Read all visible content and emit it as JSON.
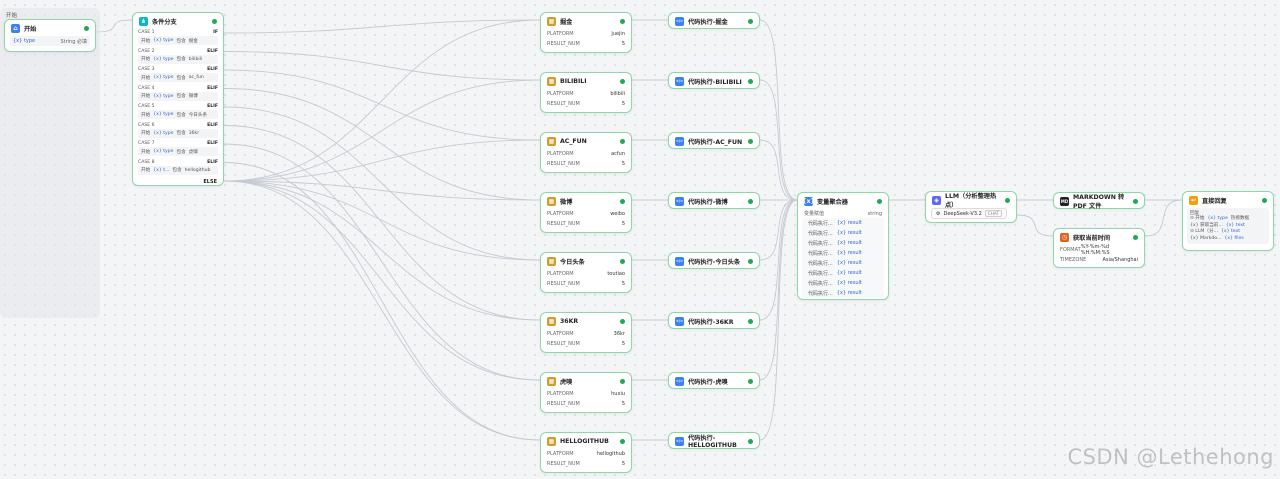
{
  "start_group_label": "开始",
  "start": {
    "title": "开始",
    "var_label": "{x} type",
    "var_tag": "String",
    "var_extra": "必填"
  },
  "branch": {
    "title": "条件分支",
    "cases": [
      {
        "label": "CASE 1",
        "kw": "IF",
        "src": "开始",
        "type": "{x} type",
        "op": "包含",
        "val": "掘金"
      },
      {
        "label": "CASE 2",
        "kw": "ELIF",
        "src": "开始",
        "type": "{x} type",
        "op": "包含",
        "val": "bilibili"
      },
      {
        "label": "CASE 3",
        "kw": "ELIF",
        "src": "开始",
        "type": "{x} type",
        "op": "包含",
        "val": "ac_fun"
      },
      {
        "label": "CASE 4",
        "kw": "ELIF",
        "src": "开始",
        "type": "{x} type",
        "op": "包含",
        "val": "微博"
      },
      {
        "label": "CASE 5",
        "kw": "ELIF",
        "src": "开始",
        "type": "{x} type",
        "op": "包含",
        "val": "今日头条"
      },
      {
        "label": "CASE 6",
        "kw": "ELIF",
        "src": "开始",
        "type": "{x} type",
        "op": "包含",
        "val": "36kr"
      },
      {
        "label": "CASE 7",
        "kw": "ELIF",
        "src": "开始",
        "type": "{x} type",
        "op": "包含",
        "val": "虎嗅"
      },
      {
        "label": "CASE 8",
        "kw": "ELIF",
        "src": "开始",
        "type": "{x} t...",
        "op": "包含",
        "val": "hellogithub"
      }
    ],
    "else_label": "ELSE"
  },
  "tools": [
    {
      "title": "掘金",
      "platform_label": "PLATFORM",
      "platform": "juejin",
      "num_label": "RESULT_NUM",
      "num": "5",
      "code": "代码执行-掘金"
    },
    {
      "title": "BILIBILI",
      "platform_label": "PLATFORM",
      "platform": "bilibili",
      "num_label": "RESULT_NUM",
      "num": "5",
      "code": "代码执行-BILIBILI"
    },
    {
      "title": "AC_FUN",
      "platform_label": "PLATFORM",
      "platform": "acfun",
      "num_label": "RESULT_NUM",
      "num": "5",
      "code": "代码执行-AC_FUN"
    },
    {
      "title": "微博",
      "platform_label": "PLATFORM",
      "platform": "weibo",
      "num_label": "RESULT_NUM",
      "num": "5",
      "code": "代码执行-微博"
    },
    {
      "title": "今日头条",
      "platform_label": "PLATFORM",
      "platform": "toutiao",
      "num_label": "RESULT_NUM",
      "num": "5",
      "code": "代码执行-今日头条"
    },
    {
      "title": "36KR",
      "platform_label": "PLATFORM",
      "platform": "36kr",
      "num_label": "RESULT_NUM",
      "num": "5",
      "code": "代码执行-36KR"
    },
    {
      "title": "虎嗅",
      "platform_label": "PLATFORM",
      "platform": "huxiu",
      "num_label": "RESULT_NUM",
      "num": "5",
      "code": "代码执行-虎嗅"
    },
    {
      "title": "HELLOGITHUB",
      "platform_label": "PLATFORM",
      "platform": "hellogithub",
      "num_label": "RESULT_NUM",
      "num": "5",
      "code": "代码执行-HELLOGITHUB"
    }
  ],
  "aggregator": {
    "title": "变量聚合器",
    "var_label": "变量赋值",
    "var_type": "string",
    "items": [
      "代码执行...",
      "代码执行...",
      "代码执行...",
      "代码执行...",
      "代码执行...",
      "代码执行...",
      "代码执行...",
      "代码执行..."
    ],
    "item_value": "{x} result"
  },
  "llm": {
    "title": "LLM（分析整理热点）",
    "model": "DeepSeek-V3.2",
    "mode": "CHAT"
  },
  "pdf": {
    "title": "MARKDOWN 转 PDF 文件"
  },
  "time": {
    "title": "获取当前时间",
    "format_label": "FORMAT",
    "format": "%Y-%m-%d %H:%M:%S",
    "tz_label": "TIMEZONE",
    "tz": "Asia/Shanghai"
  },
  "reply": {
    "title": "直接回复",
    "sub": "回复",
    "lines": [
      [
        "⊙ 开始",
        "{x} type",
        "热榜数据"
      ],
      [
        "{x} 获取当前...",
        "{x} text",
        ""
      ],
      [
        "⊙ LLM（分...",
        "{x} text",
        ""
      ],
      [
        "{x} Markdo...",
        "{x} files",
        ""
      ]
    ]
  },
  "watermark": "CSDN @Lethehong",
  "colors": {
    "edge": "#c6cad2",
    "node_border": "#8fd6a9",
    "status": "#1fa855",
    "start": "#3b82f6",
    "branch": "#10b3c9",
    "tool": "#d49a2a",
    "code": "#3b82f6",
    "time": "#e0621c",
    "reply": "#f59e0b"
  }
}
